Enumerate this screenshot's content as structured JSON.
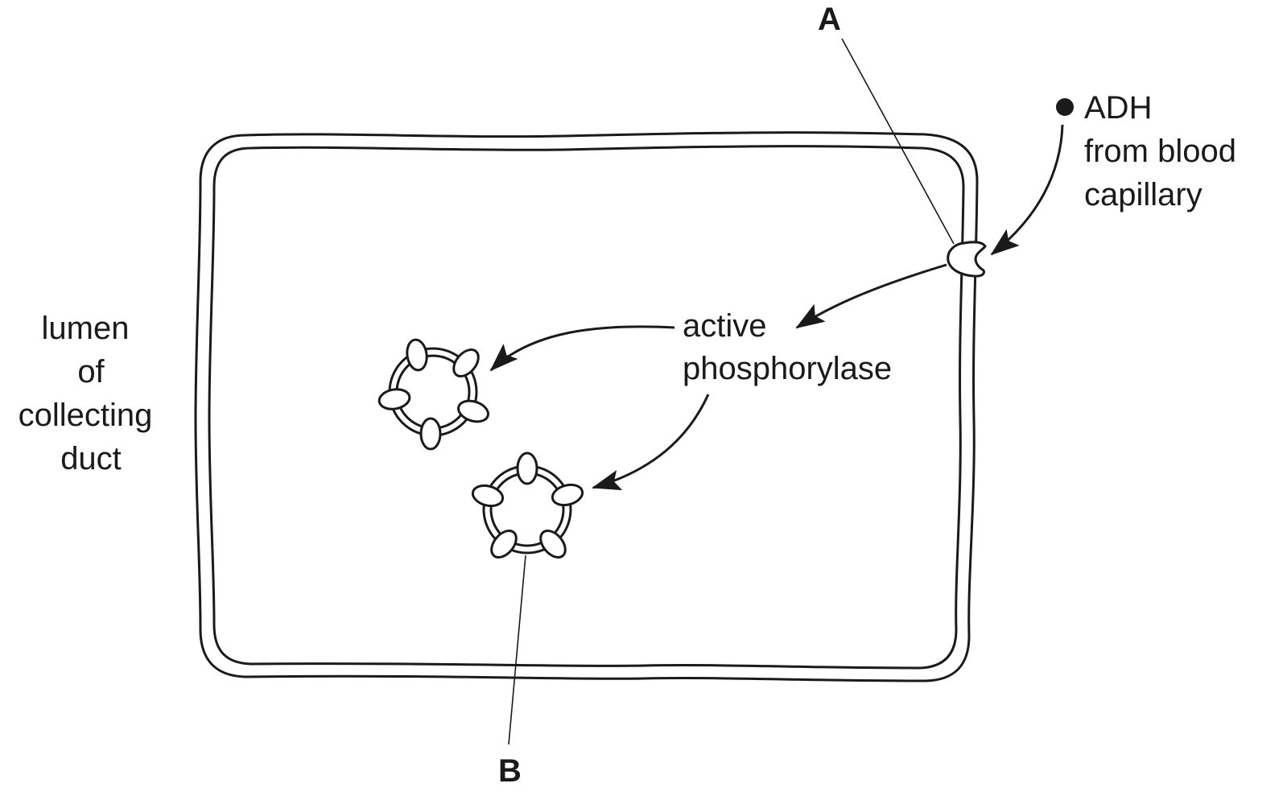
{
  "labels": {
    "a": "A",
    "b": "B",
    "adh_line1": "ADH",
    "adh_line2": "from blood",
    "adh_line3": "capillary",
    "active_line1": "active",
    "active_line2": "phosphorylase",
    "lumen_line1": "lumen",
    "lumen_line2": "of",
    "lumen_line3": "collecting",
    "lumen_line4": "duct"
  },
  "colors": {
    "stroke": "#1a1a1a",
    "background": "#ffffff"
  }
}
